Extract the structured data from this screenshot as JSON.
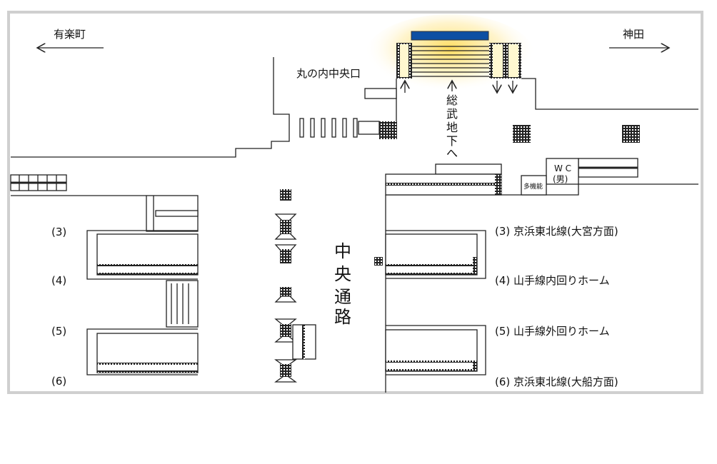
{
  "colors": {
    "frame": "#cfcfcf",
    "blue_bar": "#0d4fa3",
    "glow": "#ffd84a"
  },
  "directions": {
    "left": "有楽町",
    "right": "神田"
  },
  "exit_label": "丸の内中央口",
  "sobu_label": [
    "総",
    "武",
    "地",
    "下",
    "へ"
  ],
  "corridor_label": [
    "中",
    "央",
    "通",
    "路"
  ],
  "wc": {
    "line1": "W C",
    "line2": "(男)",
    "multi": "多機能"
  },
  "left_platforms": [
    "(3)",
    "(4)",
    "(5)",
    "(6)"
  ],
  "right_platforms": [
    "(3) 京浜東北線(大宮方面)",
    "(4) 山手線内回りホーム",
    "(5) 山手線外回りホーム",
    "(6) 京浜東北線(大船方面)"
  ]
}
